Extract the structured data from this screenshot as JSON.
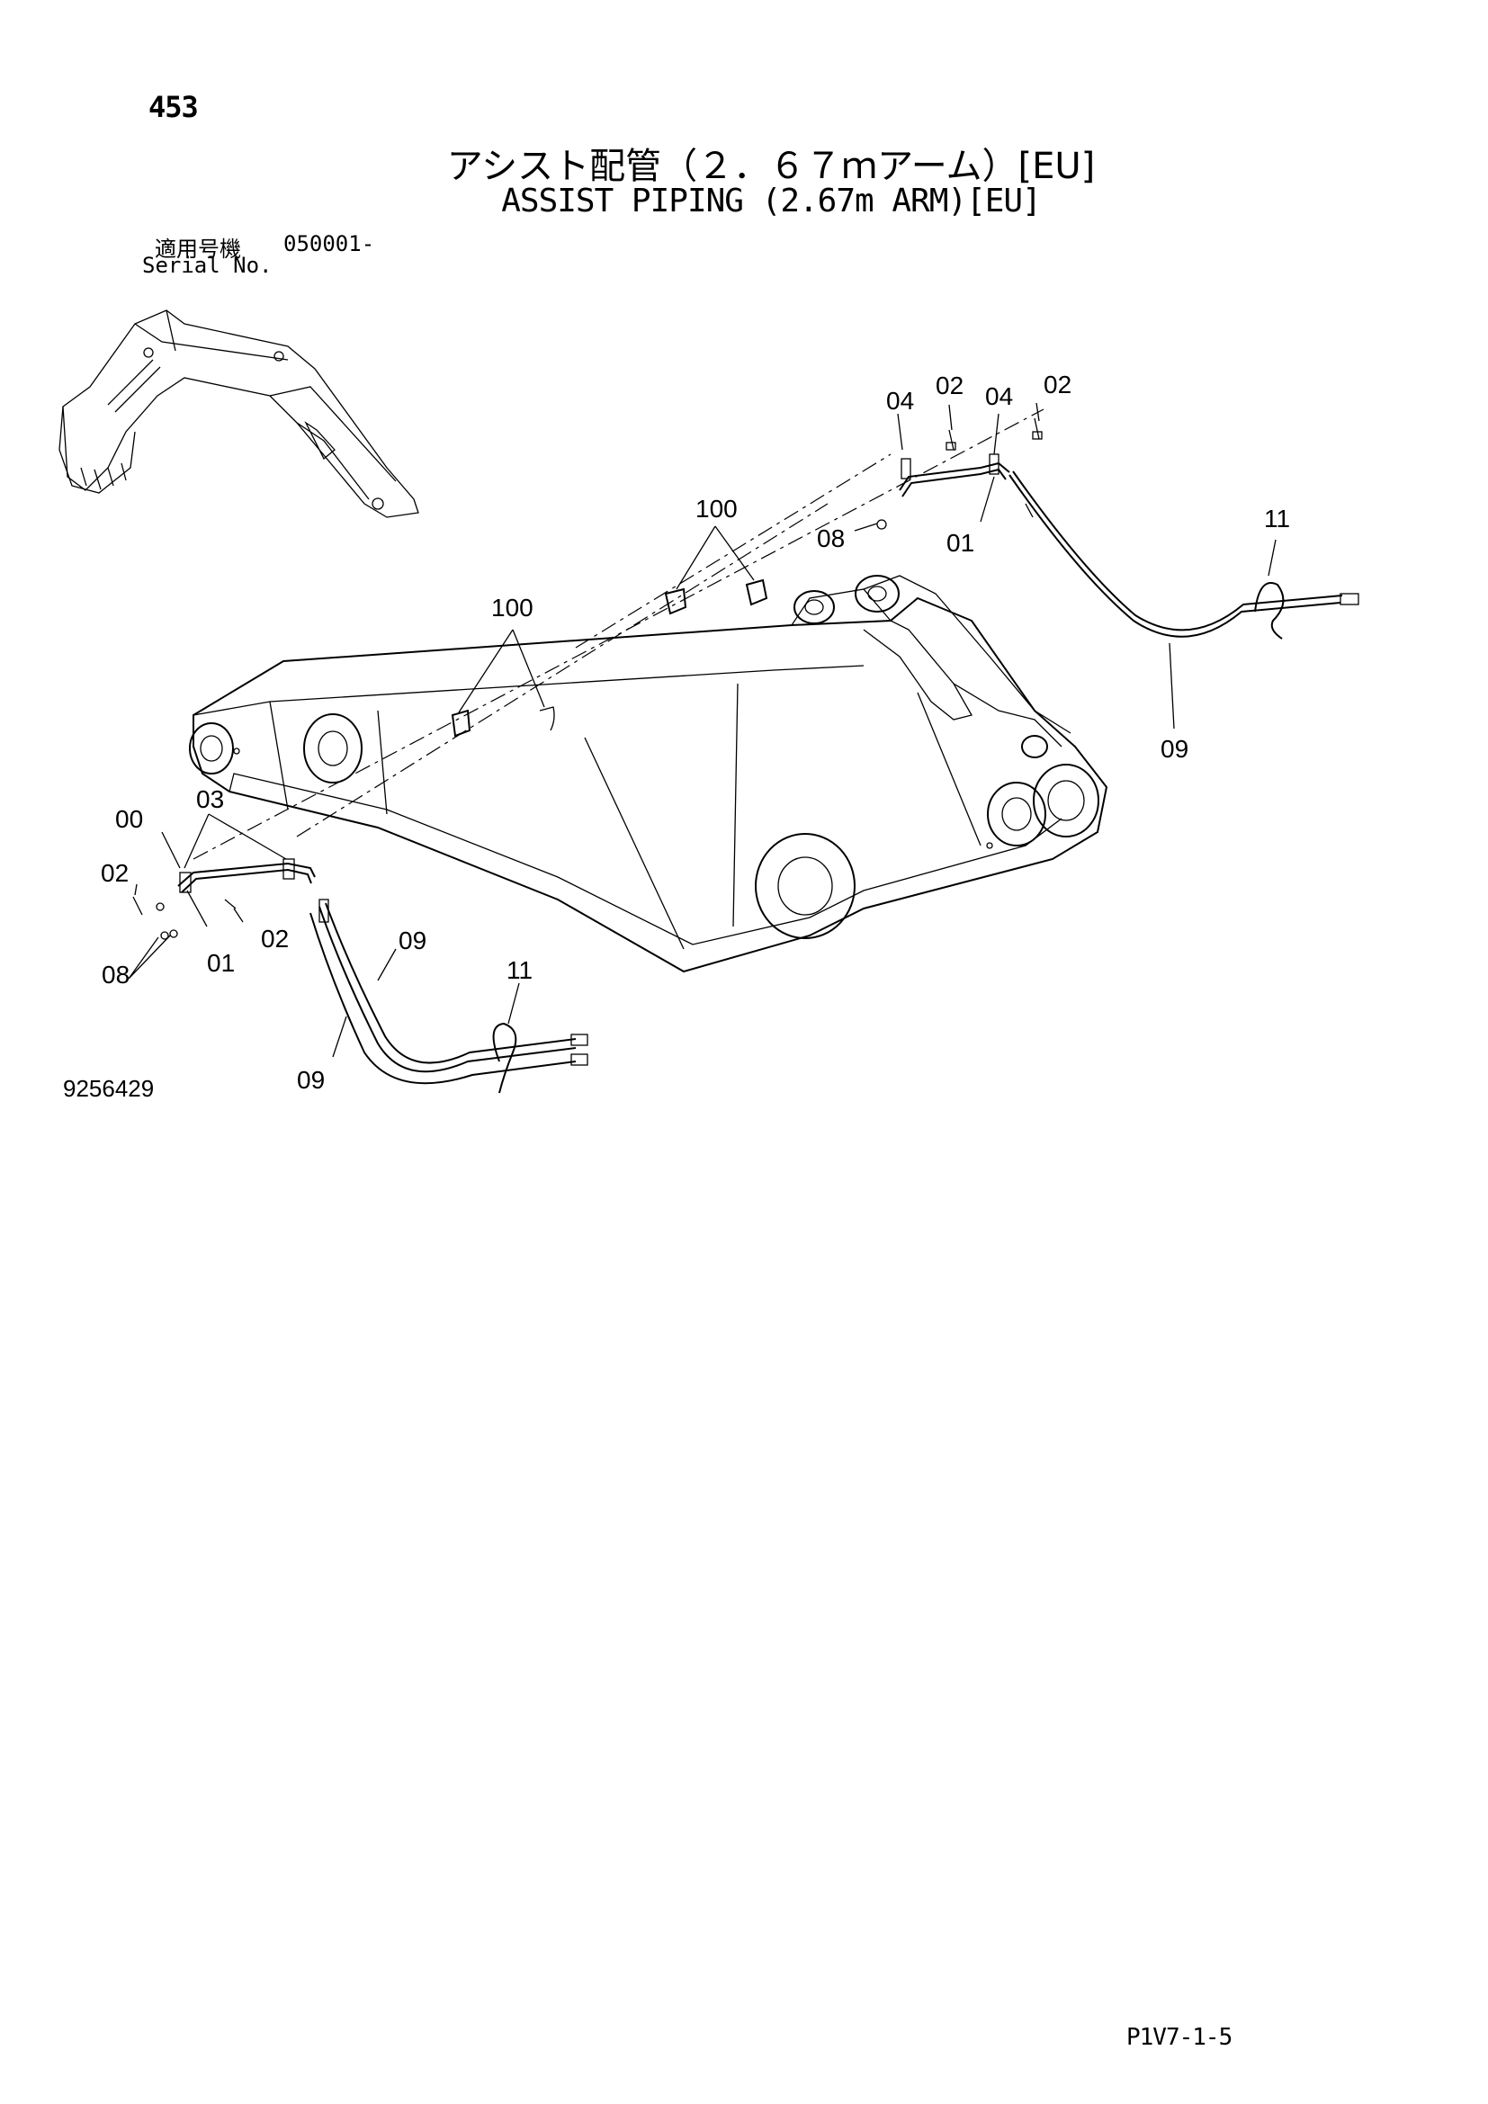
{
  "header": {
    "page_number": "453",
    "title_jp": "アシスト配管（２．６７ｍアーム）[EU]",
    "title_en": "ASSIST PIPING (2.67m ARM)[EU]",
    "serial_label_jp": "適用号機",
    "serial_range": "050001-",
    "serial_label_en": "Serial No."
  },
  "callouts": {
    "c04a": "04",
    "c02a": "02",
    "c04b": "04",
    "c02b": "02",
    "c100a": "100",
    "c08a": "08",
    "c01a": "01",
    "c11a": "11",
    "c100b": "100",
    "c09a": "09",
    "c00": "00",
    "c03": "03",
    "c02c": "02",
    "c02d": "02",
    "c08b": "08",
    "c01b": "01",
    "c09b": "09",
    "c09c": "09",
    "c11b": "11"
  },
  "footer": {
    "drawing_number": "9256429",
    "page_code": "P1V7-1-5"
  }
}
